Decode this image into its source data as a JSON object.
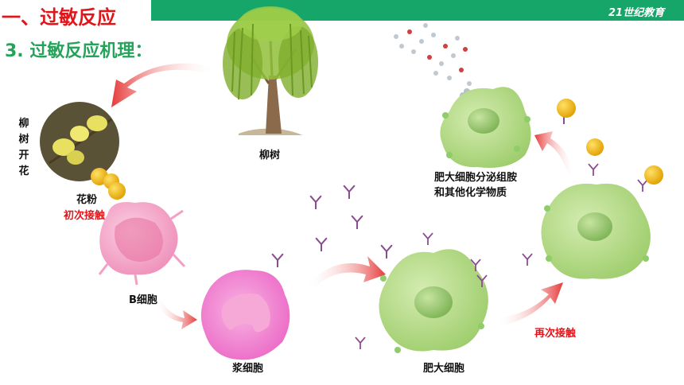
{
  "header": {
    "title": "一、过敏反应",
    "subtitle": "3. 过敏反应机理："
  },
  "logo": {
    "text": "21世纪教育"
  },
  "labels": {
    "willow_tree": "柳树",
    "willow_flowering": "柳树开花",
    "pollen": "花粉",
    "first_contact": "初次接触",
    "b_cell": "B细胞",
    "plasma_cell": "浆细胞",
    "mast_cell": "肥大细胞",
    "mast_cell_secretes": "肥大细胞分泌组胺",
    "other_chemicals": "和其他化学物质",
    "second_contact": "再次接触"
  },
  "colors": {
    "accent_red": "#e0161b",
    "subtitle_green": "#25a35a",
    "header_bar": "#16a66a",
    "mast_cell_fill": "#b5d98a",
    "b_cell_fill": "#f3a0c4",
    "plasma_cell_fill": "#f070c8",
    "pollen_yellow": "#f2b705",
    "antibody_purple": "#8a4a8f"
  }
}
